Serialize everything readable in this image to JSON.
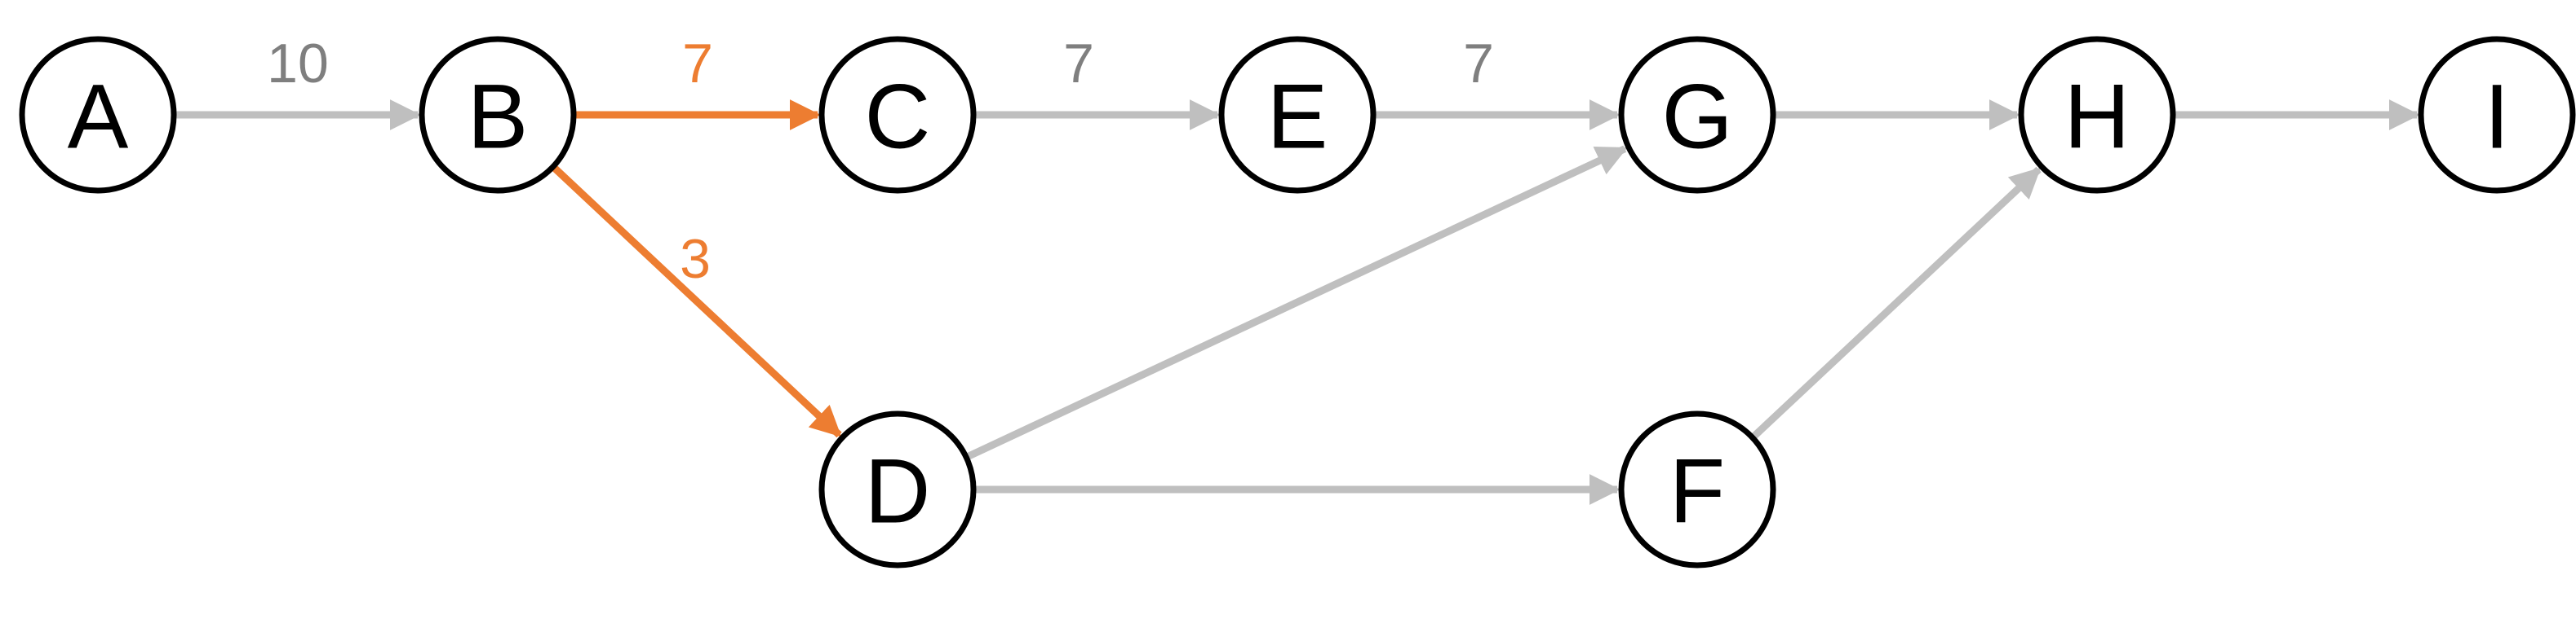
{
  "colors": {
    "node_stroke": "#000000",
    "node_fill": "#ffffff",
    "edge_default": "#bfbfbf",
    "edge_highlight": "#ed7d31",
    "label_default": "#7f7f7f",
    "label_highlight": "#ed7d31"
  },
  "nodes": [
    {
      "id": "A",
      "label": "A"
    },
    {
      "id": "B",
      "label": "B"
    },
    {
      "id": "C",
      "label": "C"
    },
    {
      "id": "E",
      "label": "E"
    },
    {
      "id": "G",
      "label": "G"
    },
    {
      "id": "H",
      "label": "H"
    },
    {
      "id": "I",
      "label": "I"
    },
    {
      "id": "D",
      "label": "D"
    },
    {
      "id": "F",
      "label": "F"
    }
  ],
  "edges": [
    {
      "from": "A",
      "to": "B",
      "label": "10",
      "highlight": false
    },
    {
      "from": "B",
      "to": "C",
      "label": "7",
      "highlight": true
    },
    {
      "from": "B",
      "to": "D",
      "label": "3",
      "highlight": true
    },
    {
      "from": "C",
      "to": "E",
      "label": "7",
      "highlight": false
    },
    {
      "from": "E",
      "to": "G",
      "label": "7",
      "highlight": false
    },
    {
      "from": "G",
      "to": "H",
      "label": "",
      "highlight": false
    },
    {
      "from": "H",
      "to": "I",
      "label": "",
      "highlight": false
    },
    {
      "from": "D",
      "to": "G",
      "label": "",
      "highlight": false
    },
    {
      "from": "D",
      "to": "F",
      "label": "",
      "highlight": false
    },
    {
      "from": "F",
      "to": "H",
      "label": "",
      "highlight": false
    }
  ]
}
